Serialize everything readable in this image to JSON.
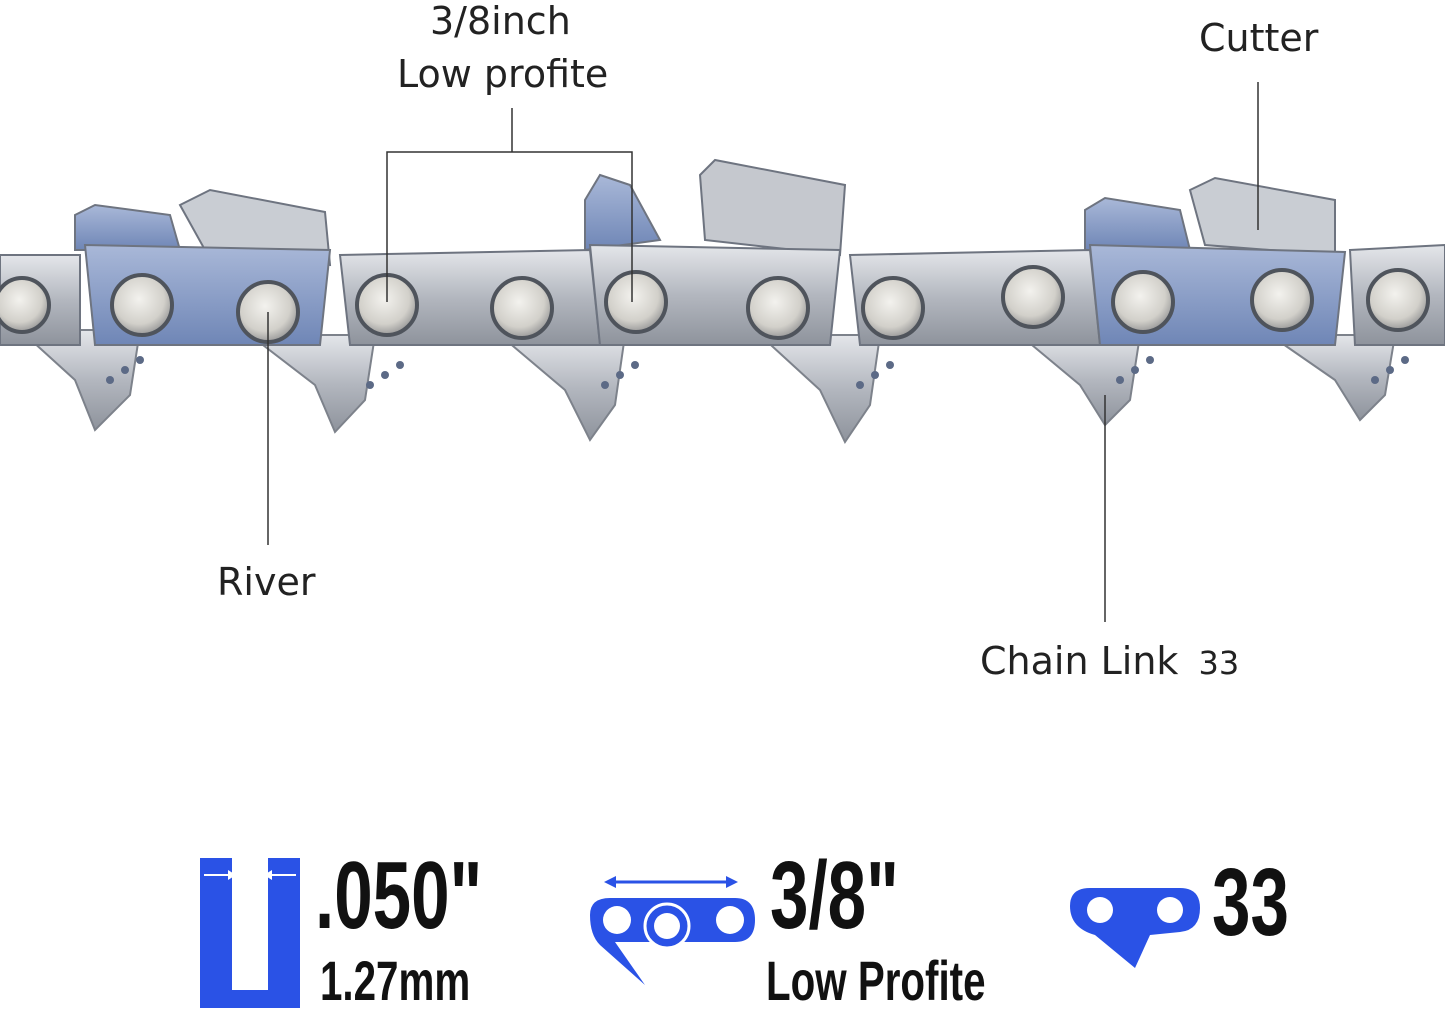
{
  "callouts": {
    "pitch_line1": "3/8inch",
    "pitch_line2": "Low profite",
    "cutter": "Cutter",
    "river": "River",
    "chain_link": "Chain Link",
    "chain_link_count": "33"
  },
  "specs": {
    "gauge_value": ".050\"",
    "gauge_sub": "1.27mm",
    "pitch_value": "3/8\"",
    "pitch_sub": "Low Profite",
    "links_value": "33"
  },
  "colors": {
    "icon_blue": "#2a52e6",
    "chain_steel": "#b8bcc4",
    "chain_blue": "#7f95c2",
    "leader": "#333333"
  },
  "icons": [
    "gauge-icon",
    "pitch-icon",
    "drive-link-icon"
  ]
}
